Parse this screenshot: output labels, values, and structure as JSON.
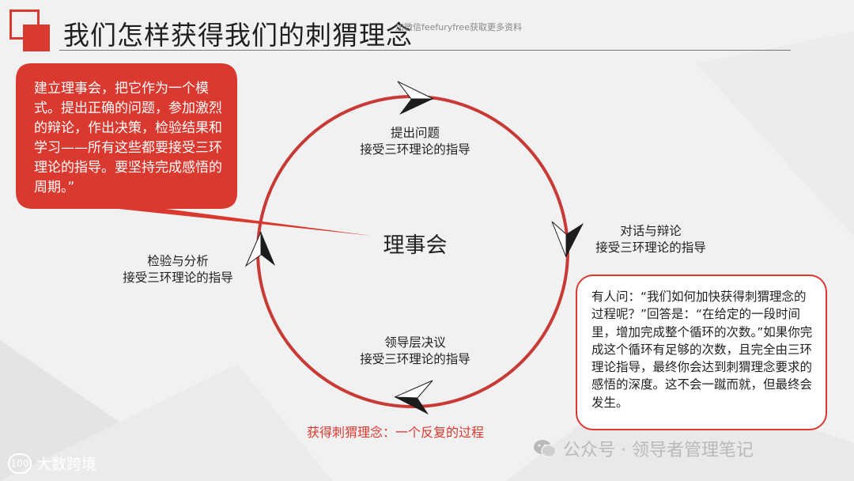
{
  "title": "我们怎样获得我们的刺猬理念",
  "watermark_top": "加微信feefuryfree获取更多资料",
  "speech_bubble": {
    "text": "建立理事会，把它作为一个模式。提出正确的问题，参加激烈的辩论，作出决策，检验结果和学习——所有这些都要接受三环理论的指导。要坚持完成感悟的周期。”"
  },
  "cycle": {
    "center": "理事会",
    "steps": [
      {
        "line1": "提出问题",
        "line2": "接受三环理论的指导"
      },
      {
        "line1": "对话与辩论",
        "line2": "接受三环理论的指导"
      },
      {
        "line1": "领导层决议",
        "line2": "接受三环理论的指导"
      },
      {
        "line1": "检验与分析",
        "line2": "接受三环理论的指导"
      }
    ],
    "caption": "获得刺猬理念：一个反复的过程"
  },
  "note": {
    "text": "有人问：“我们如何加快获得刺猬理念的过程呢？”回答是：“在给定的一段时间里，增加完成整个循环的次数。”如果你完成这个循环有足够的次数，且完全由三环理论指导，最终你会达到刺猬理念要求的感悟的深度。这不会一蹴而就，但最终会发生。"
  },
  "footer": {
    "brand_logo": "100",
    "brand_name": "大数跨境",
    "wechat_account": "公众号 · 领导者管理笔记"
  },
  "colors": {
    "accent": "#d9392f",
    "background": "#f1f1f1"
  }
}
